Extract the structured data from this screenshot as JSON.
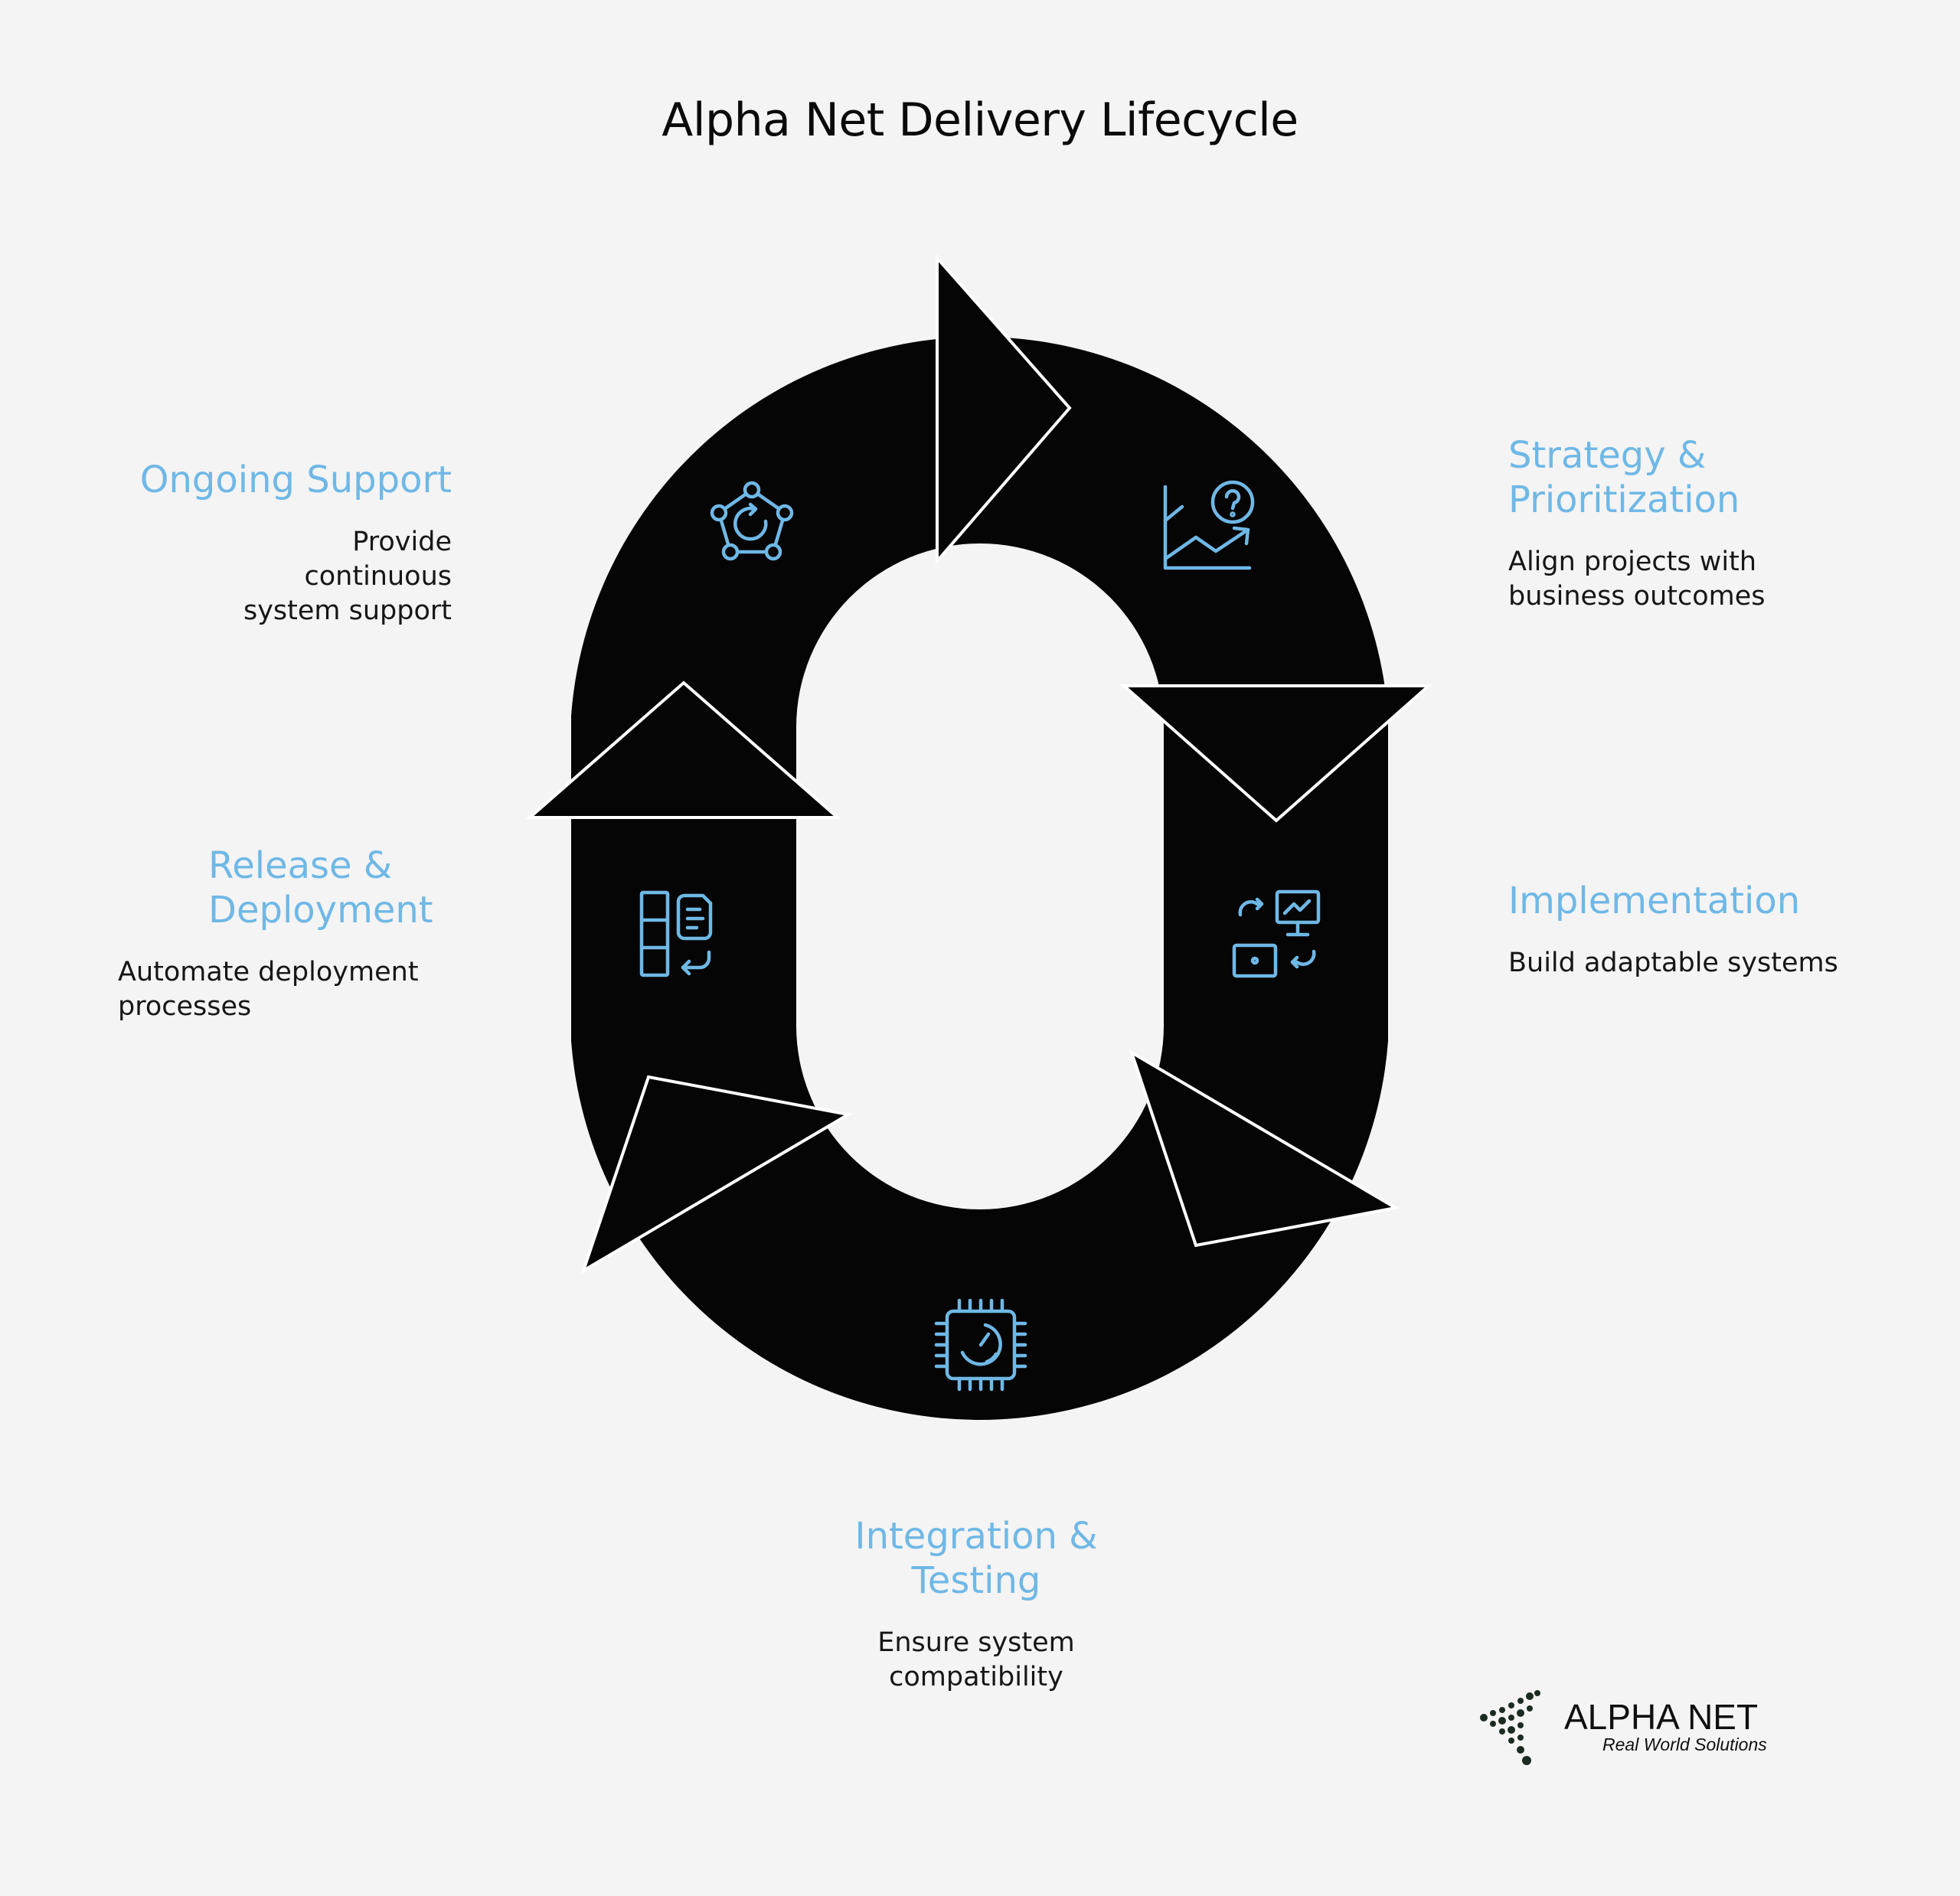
{
  "title": "Alpha Net Delivery Lifecycle",
  "steps": [
    {
      "heading": "Strategy & Prioritization",
      "desc": "Align projects with business outcomes",
      "icon": "chart-question-icon"
    },
    {
      "heading": "Implementation",
      "desc": "Build adaptable systems",
      "icon": "monitor-swap-icon"
    },
    {
      "heading": "Integration & Testing",
      "desc": "Ensure system compatibility",
      "icon": "chip-gauge-icon"
    },
    {
      "heading": "Release & Deployment",
      "desc": "Automate deployment processes",
      "icon": "blocks-document-icon"
    },
    {
      "heading": "Ongoing Support",
      "desc": "Provide continuous system support",
      "icon": "pentagon-refresh-icon"
    }
  ],
  "logo": {
    "brand": "ALPHA NET",
    "tagline": "Real World Solutions"
  },
  "colors": {
    "arrow": "#050505",
    "accent": "#6fb8e6",
    "background": "#f4f4f4"
  }
}
